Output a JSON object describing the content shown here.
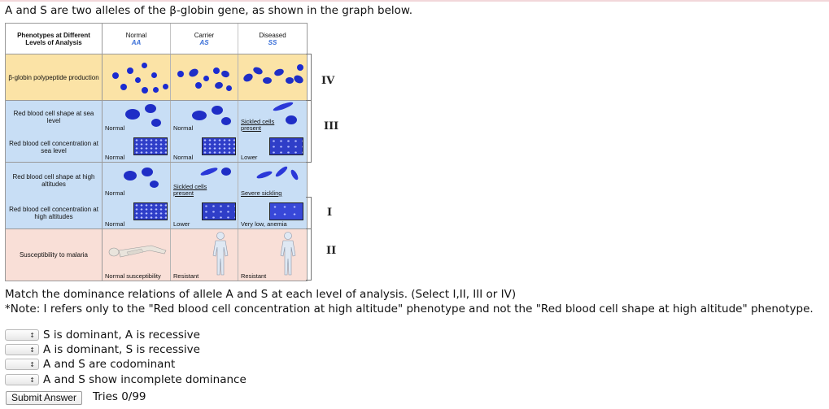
{
  "intro": "A and S are two alleles of the β-globin gene, as shown in the graph below.",
  "figure": {
    "header": {
      "phenotypes": "Phenotypes at Different Levels of Analysis",
      "normal": "Normal",
      "normal_sub": "AA",
      "carrier": "Carrier",
      "carrier_sub": "AS",
      "diseased": "Diseased",
      "diseased_sub": "SS"
    },
    "rows": [
      {
        "label": "β-globin polypeptide production",
        "cells": [
          "",
          "",
          ""
        ]
      },
      {
        "label": "Red blood cell shape at sea level",
        "cells": [
          "Normal",
          "Normal",
          "Sickled cells present"
        ]
      },
      {
        "label": "Red blood cell concentration at sea level",
        "cells": [
          "Normal",
          "Normal",
          "Lower"
        ]
      },
      {
        "label": "Red blood cell shape at high altitudes",
        "cells": [
          "Normal",
          "Sickled cells present",
          "Severe sickling"
        ]
      },
      {
        "label": "Red blood cell concentration at high altitudes",
        "cells": [
          "Normal",
          "Lower",
          "Very low, anemia"
        ]
      },
      {
        "label": "Susceptibility to malaria",
        "cells": [
          "Normal susceptibility",
          "Resistant",
          "Resistant"
        ]
      }
    ],
    "levels": [
      "IV",
      "III",
      "I",
      "II"
    ],
    "colors": {
      "yellow": "#fbe3a6",
      "blue": "#c8def5",
      "pink": "#f9dfd7",
      "cell_blue": "#1f2ec6"
    }
  },
  "instructions": {
    "line1": "Match the dominance relations of allele A and S at each level of analysis. (Select I,II, III or IV)",
    "line2": "*Note: I refers only to the \"Red blood cell concentration at high altitude\" phenotype and not the \"Red blood cell shape at high altitude\" phenotype."
  },
  "questions": [
    {
      "selected": "",
      "text": "S is dominant, A is recessive"
    },
    {
      "selected": "",
      "text": "A is dominant, S is recessive"
    },
    {
      "selected": "",
      "text": "A and S are codominant"
    },
    {
      "selected": "",
      "text": "A and S show incomplete dominance"
    }
  ],
  "submit_label": "Submit Answer",
  "tries": "Tries 0/99"
}
